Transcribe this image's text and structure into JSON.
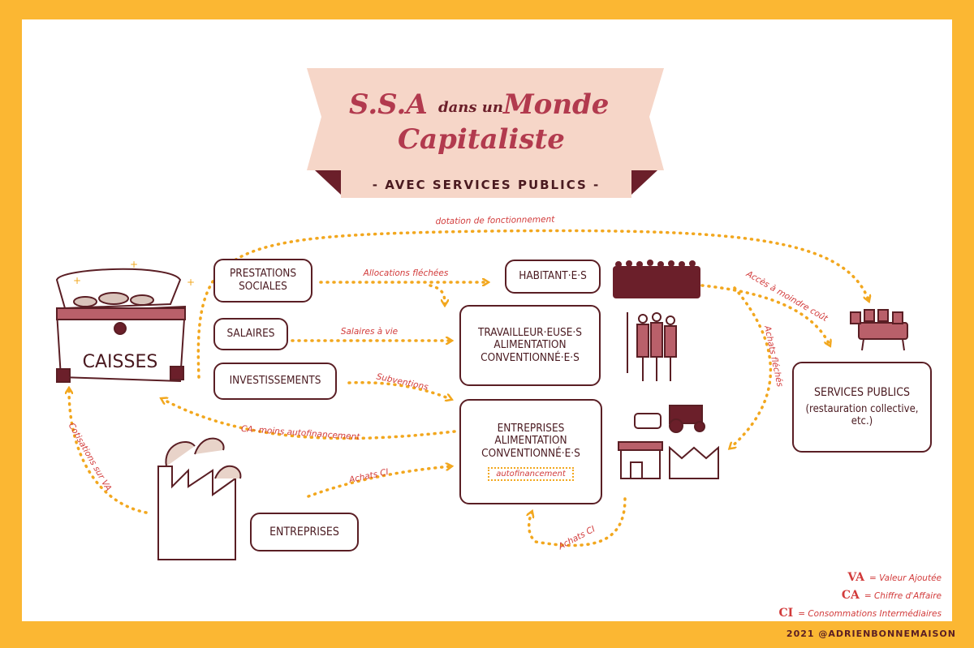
{
  "title": {
    "part1": "S.S.A",
    "part2": "dans un",
    "part3": "Monde",
    "part4": "Capitaliste"
  },
  "subtitle": "- AVEC SERVICES PUBLICS -",
  "boxes": {
    "prestations": "PRESTATIONS SOCIALES",
    "salaires": "SALAIRES",
    "investissements": "INVESTISSEMENTS",
    "habitants": "HABITANT·E·S",
    "travailleurs": "TRAVAILLEUR·EUSE·S ALIMENTATION CONVENTIONNÉ·E·S",
    "entreprises_alim": "ENTREPRISES ALIMENTATION CONVENTIONNÉ·E·S",
    "autofinancement": "autofinancement",
    "services": "SERVICES PUBLICS",
    "services_sub": "(restauration collective, etc.)",
    "entreprises": "ENTREPRISES",
    "caisses": "CAISSES"
  },
  "arrows": {
    "dotation": "dotation de fonctionnement",
    "allocations": "Allocations fléchées",
    "salaires_vie": "Salaires à vie",
    "subventions": "Subventions",
    "ca_moins": "CA- moins autofinancement",
    "achats_ci_1": "Achats CI",
    "achats_ci_2": "Achats CI",
    "cotisations": "Cotisations sur VA",
    "acces": "Accès à moindre coût",
    "achats_flechees": "Achats fléchés"
  },
  "legend": {
    "va_key": "VA",
    "va_text": "= Valeur Ajoutée",
    "ca_key": "CA",
    "ca_text": "= Chiffre d'Affaire",
    "ci_key": "CI",
    "ci_text": "= Consommations Intermédiaires"
  },
  "credit": "2021 @ADRIENBONNEMAISON",
  "colors": {
    "frame": "#fbb733",
    "dark": "#5a1e24",
    "title": "#b23a4e",
    "arrow": "#f2a71e",
    "label": "#d23b3b",
    "banner": "#f6d6c8"
  }
}
